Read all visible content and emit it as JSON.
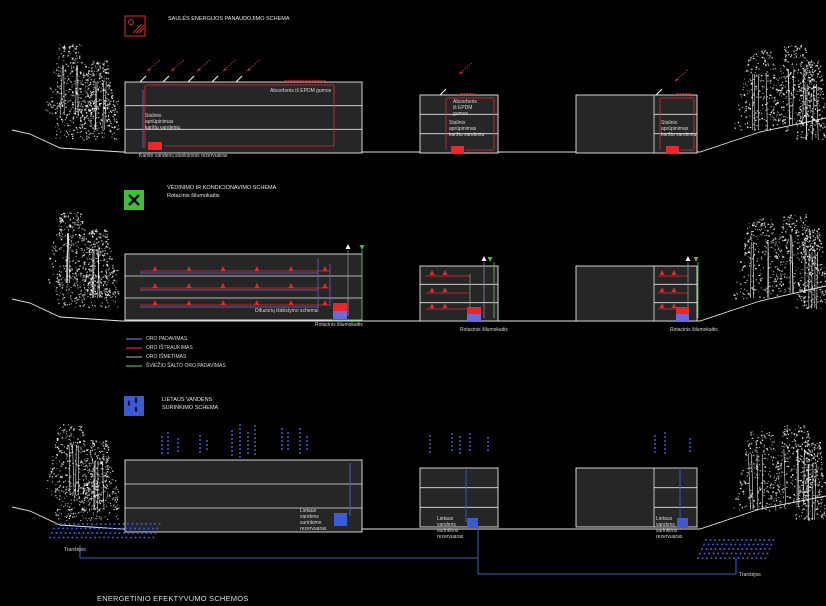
{
  "footer_title": "ENERGETINIO EFEKTYVUMO SCHEMOS",
  "solar": {
    "icon": "solar-panel-icon",
    "color": "#e8262b",
    "title": "SAULĖS ENERGIJOS PANAUDOJIMO SCHEMA",
    "absorber_label_left": "Absorberis iš EPDM gumos",
    "absorber_label_mid": "Absorberis iš EPDM gumos",
    "stove_left": "Stalinio apriūpinimas karštu vandeniu",
    "stove_mid": "Stalinio aprūpinimas karštu vandeniu",
    "stove_right": "Stalinio aprūpinimas karštu vandeniu",
    "reservoir_label": "Karšto vandens sluoksninis rezervuaras"
  },
  "ventilation": {
    "icon": "ventilation-icon",
    "color": "#3fbf3a",
    "title_line1": "VĖDINIMO IR KONDICIONAVIMO SCHEMA",
    "title_line2": "Rotacinis šilumokaitis",
    "diffuser_label": "Difuzorių išdėstymo schema",
    "rotary_left": "Rotacinis šilumokaitis",
    "rotary_mid": "Rotacinis šilumokaitis",
    "rotary_right": "Rotacinis šilumokaitis",
    "legend": [
      {
        "label": "ORO PADAVIMAS",
        "color": "#6a6ad8"
      },
      {
        "label": "ORO IŠTRAUKIMAS",
        "color": "#e8262b"
      },
      {
        "label": "ORO IŠMETIMAS",
        "color": "#9a9a9a"
      },
      {
        "label": "ŠVIEŽIO ŠALTO ORO PADAVIMAS",
        "color": "#3fbf3a"
      }
    ]
  },
  "rain": {
    "icon": "rain-drops-icon",
    "color": "#3b5bd6",
    "title_line1": "LIETAUS VANDENS",
    "title_line2": "SURINKIMO SCHEMA",
    "tank_left": "Lietaus vandens surinkimo rezervuaras",
    "tank_mid": "Lietaus vandens surinkimo rezervuaras",
    "tank_right": "Lietaus vandens surinkimo rezervuaras",
    "drain_left": "Tranšėjos",
    "drain_right": "Tranšėjos"
  }
}
